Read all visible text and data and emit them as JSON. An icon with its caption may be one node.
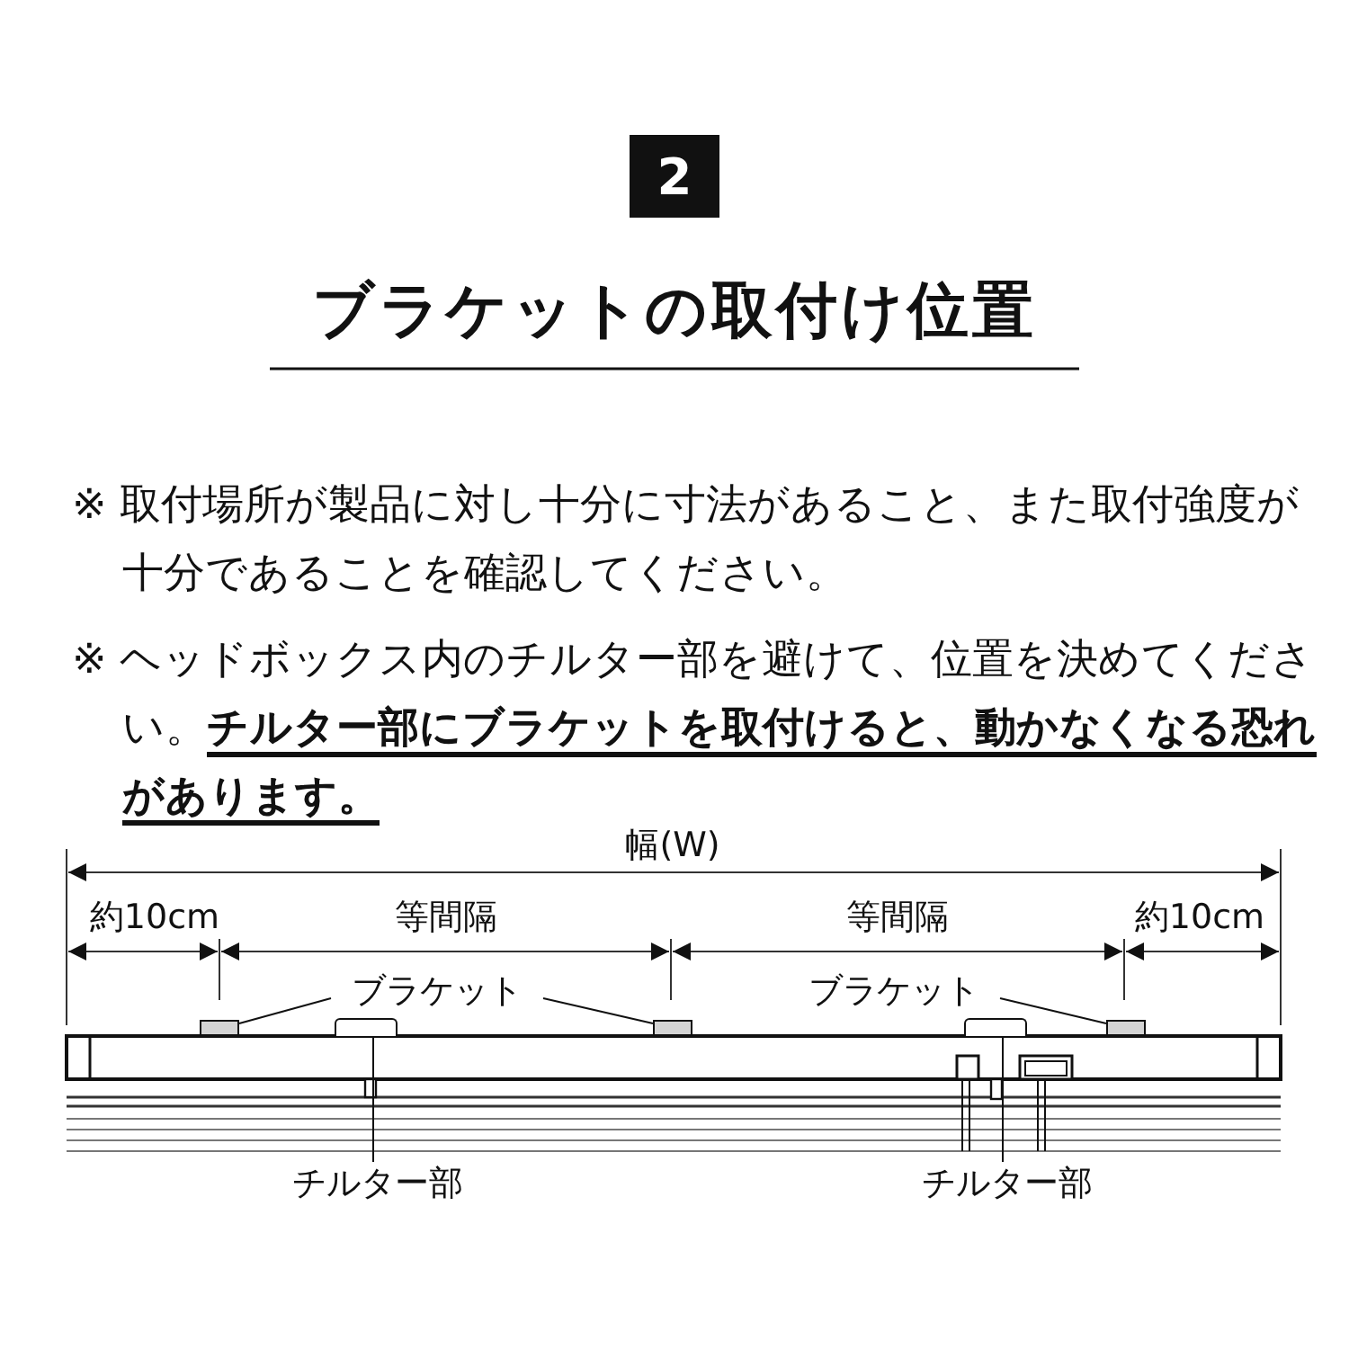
{
  "diagram": {
    "title": "ブラケットの取付け位置",
    "nodes": [
      {
        "text": [
          "2"
        ]
      },
      {
        "text": [
          "ブラケット"
        ]
      },
      {
        "text": [
          "ブラケット"
        ]
      },
      {
        "text": [],
        "shape": "box"
      },
      {
        "text": [],
        "shape": "box"
      },
      {
        "text": [],
        "shape": "box"
      },
      {
        "text": [],
        "shape": "box"
      },
      {
        "text": [],
        "shape": "box"
      },
      {
        "text": [
          "チルター部"
        ]
      },
      {
        "text": [
          "チルター部"
        ]
      }
    ],
    "edges": [
      {
        "from": 1,
        "to": 3,
        "arrow": "none"
      },
      {
        "from": 1,
        "to": 5,
        "arrow": "none"
      },
      {
        "from": 2,
        "to": 7,
        "arrow": "none"
      },
      {
        "from": 8,
        "to": 4,
        "arrow": "none"
      },
      {
        "from": 9,
        "to": 6,
        "arrow": "none"
      }
    ],
    "labels": [
      "※ 取付場所が製品に対し十分に寸法があること、また取付強度が十分であることを確認してください。",
      "※ ヘッドボックス内のチルター部を避けて、位置を決めてください。**チルター部にブラケットを取付けると、動かなくなる恐れがあります。**",
      "幅(W)",
      "約10cm",
      "等間隔",
      "等間隔",
      "約10cm"
    ]
  }
}
